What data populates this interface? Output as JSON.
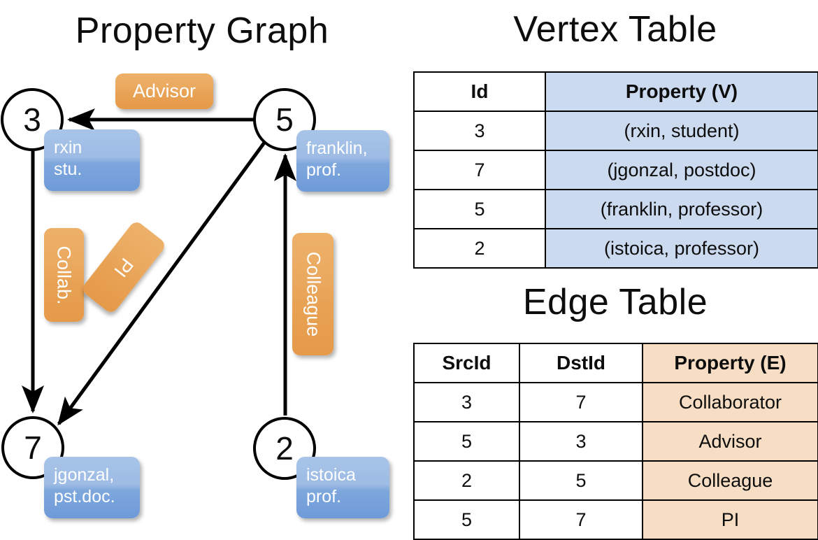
{
  "titles": {
    "property_graph": "Property Graph",
    "vertex_table": "Vertex Table",
    "edge_table": "Edge Table"
  },
  "graph": {
    "vertices": [
      {
        "id": "3",
        "property_line1": "rxin",
        "property_line2": "stu."
      },
      {
        "id": "5",
        "property_line1": "franklin,",
        "property_line2": "prof."
      },
      {
        "id": "7",
        "property_line1": "jgonzal,",
        "property_line2": "pst.doc."
      },
      {
        "id": "2",
        "property_line1": "istoica",
        "property_line2": "prof."
      }
    ],
    "edge_labels": [
      {
        "name": "advisor",
        "text": "Advisor"
      },
      {
        "name": "collab",
        "text": "Collab."
      },
      {
        "name": "pi",
        "text": "PI"
      },
      {
        "name": "colleague",
        "text": "Colleague"
      }
    ],
    "edges": [
      {
        "src": "5",
        "dst": "3",
        "label": "Advisor"
      },
      {
        "src": "3",
        "dst": "7",
        "label": "Collab."
      },
      {
        "src": "5",
        "dst": "7",
        "label": "PI"
      },
      {
        "src": "2",
        "dst": "5",
        "label": "Colleague"
      }
    ]
  },
  "vertex_table": {
    "headers": [
      "Id",
      "Property (V)"
    ],
    "rows": [
      {
        "id": "3",
        "property": "(rxin, student)"
      },
      {
        "id": "7",
        "property": "(jgonzal, postdoc)"
      },
      {
        "id": "5",
        "property": "(franklin, professor)"
      },
      {
        "id": "2",
        "property": "(istoica, professor)"
      }
    ]
  },
  "edge_table": {
    "headers": [
      "SrcId",
      "DstId",
      "Property (E)"
    ],
    "rows": [
      {
        "src": "3",
        "dst": "7",
        "property": "Collaborator"
      },
      {
        "src": "5",
        "dst": "3",
        "property": "Advisor"
      },
      {
        "src": "2",
        "dst": "5",
        "property": "Colleague"
      },
      {
        "src": "5",
        "dst": "7",
        "property": "PI"
      }
    ]
  },
  "colors": {
    "vertex_header_fill": "#ccdaf0",
    "edge_header_fill": "#f6ddc3",
    "vertex_box": "#7ea7dd",
    "edge_label_box": "#e8a153",
    "stroke": "#000000",
    "background": "#ffffff"
  }
}
